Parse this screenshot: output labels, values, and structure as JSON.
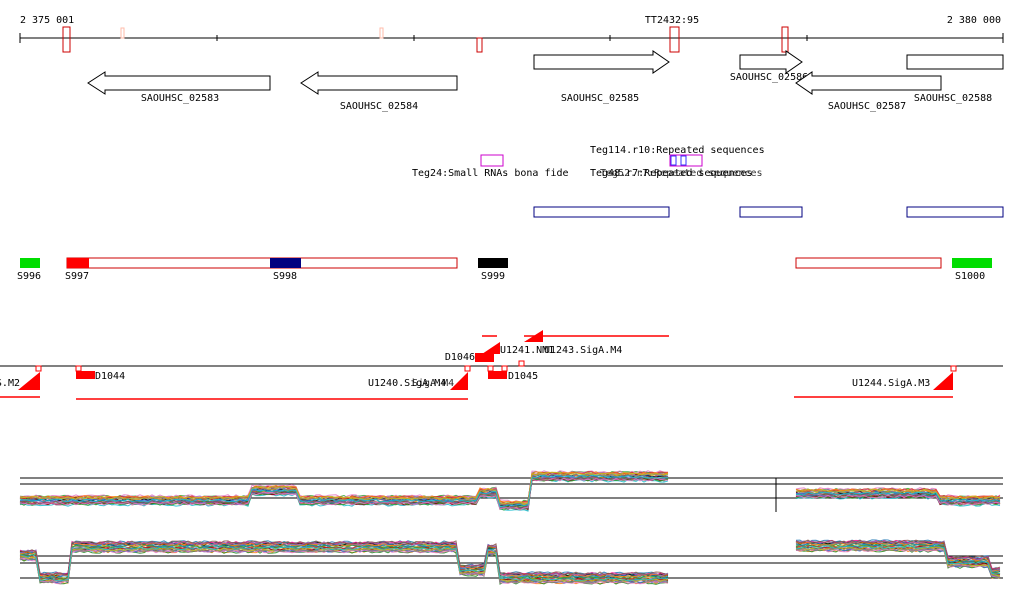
{
  "axis": {
    "start_label": "2 375 001",
    "end_label": "2 380 000",
    "marker_label": "TT2432:95"
  },
  "genes": [
    {
      "label": "SAOUHSC_02583"
    },
    {
      "label": "SAOUHSC_02584"
    },
    {
      "label": "SAOUHSC_02585"
    },
    {
      "label": "SAOUHSC_02586"
    },
    {
      "label": "SAOUHSC_02587"
    },
    {
      "label": "SAOUHSC_02588"
    }
  ],
  "features": [
    {
      "label": "Teg114.r10:Repeated sequences"
    },
    {
      "label": "Teg24:Small RNAs bona fide"
    },
    {
      "label": "Teg48.r7:Repeated sequences"
    }
  ],
  "segments": [
    {
      "label": "S996",
      "color": "#00dd00"
    },
    {
      "label": "S997",
      "color": "#ff0000"
    },
    {
      "label": "S998",
      "color": "#000080"
    },
    {
      "label": "S999",
      "color": "#000000"
    },
    {
      "label": "S1000",
      "color": "#00dd00"
    }
  ],
  "promoters": [
    {
      "label": "D1044"
    },
    {
      "label": "D1045"
    },
    {
      "label": "D1046"
    },
    {
      "label": "U1240.SigA.M4"
    },
    {
      "label": "U1241.NM1"
    },
    {
      "label": "U1243.SigA.M4"
    },
    {
      "label": "U1244.SigA.M3"
    },
    {
      "label": "S.M2"
    }
  ],
  "colors": {
    "gene_outline": "#000000",
    "segment_outline": "#cc0000",
    "feature_box": "#cc00cc",
    "repeat_box": "#000080",
    "promoter": "#ff0000"
  }
}
